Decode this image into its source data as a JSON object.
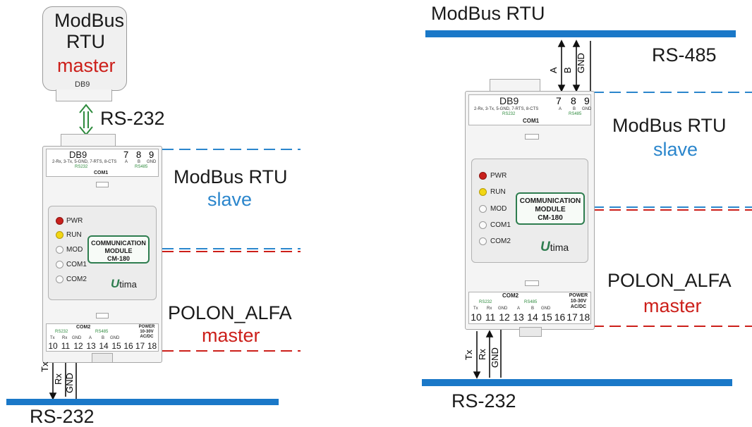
{
  "left": {
    "master_box": {
      "line1": "ModBus",
      "line2": "RTU",
      "line3": "master",
      "port": "DB9"
    },
    "link_label": "RS-232",
    "module": {
      "db9": "DB9",
      "t7": "7",
      "t8": "8",
      "t9": "9",
      "top_pins": "2-Rx, 3-Tx, 5-GND, 7-RTS, 8-CTS",
      "a": "A",
      "b": "B",
      "gnd": "GND",
      "rs232": "RS232",
      "rs485": "RS485",
      "com1": "COM1",
      "leds": [
        "PWR",
        "RUN",
        "MOD",
        "COM1",
        "COM2"
      ],
      "badge": [
        "COMMUNICATION",
        "MODULE",
        "CM-180"
      ],
      "brand_u": "U",
      "brand": "tima",
      "com2": "COM2",
      "b_rs232": "RS232",
      "b_rs485": "RS485",
      "power": [
        "POWER",
        "10-30V",
        "AC/DC"
      ],
      "b_pins": [
        "Tx",
        "Rx",
        "GND",
        "A",
        "B",
        "GND"
      ],
      "terminals": [
        "10",
        "11",
        "12",
        "13",
        "14",
        "15",
        "16",
        "17",
        "18"
      ]
    },
    "slave_label": {
      "line1": "ModBus RTU",
      "line2": "slave"
    },
    "polon_label": {
      "line1": "POLON_ALFA",
      "line2": "master"
    },
    "wires": [
      "Tx",
      "Rx",
      "GND"
    ],
    "bus_label": "RS-232"
  },
  "right": {
    "top_label": "ModBus RTU",
    "rs485_label": "RS-485",
    "wires": [
      "A",
      "B",
      "GND"
    ],
    "module": {
      "db9": "DB9",
      "t7": "7",
      "t8": "8",
      "t9": "9",
      "top_pins": "2-Rx, 3-Tx, 5-GND, 7-RTS, 8-CTS",
      "a": "A",
      "b": "B",
      "gnd": "GND",
      "rs232": "RS232",
      "rs485": "RS485",
      "com1": "COM1",
      "leds": [
        "PWR",
        "RUN",
        "MOD",
        "COM1",
        "COM2"
      ],
      "badge": [
        "COMMUNICATION",
        "MODULE",
        "CM-180"
      ],
      "brand_u": "U",
      "brand": "tima",
      "com2": "COM2",
      "b_rs232": "RS232",
      "b_rs485": "RS485",
      "power": [
        "POWER",
        "10-30V",
        "AC/DC"
      ],
      "b_pins": [
        "Tx",
        "Rx",
        "GND",
        "A",
        "B",
        "GND"
      ],
      "terminals": [
        "10",
        "11",
        "12",
        "13",
        "14",
        "15",
        "16",
        "17",
        "18"
      ]
    },
    "slave_label": {
      "line1": "ModBus RTU",
      "line2": "slave"
    },
    "polon_label": {
      "line1": "POLON_ALFA",
      "line2": "master"
    },
    "bottom_wires": [
      "Tx",
      "Rx",
      "GND"
    ],
    "bus_label": "RS-232"
  },
  "colors": {
    "bus": "#1a78c8",
    "master": "#cc1f1a",
    "slave": "#2b86cc",
    "badge_border": "#2e7d4f",
    "led_pwr": "#c8201c",
    "led_run": "#f2d614"
  }
}
